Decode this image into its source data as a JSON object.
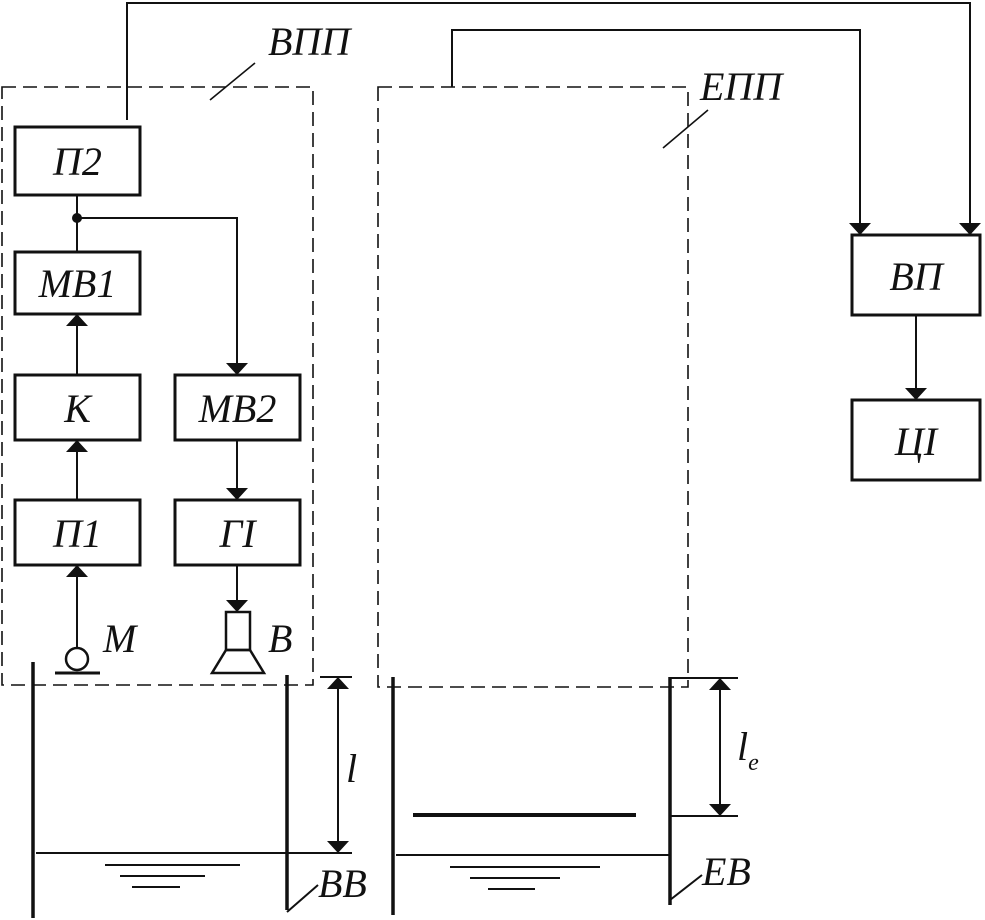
{
  "colors": {
    "ink": "#111111",
    "background": "#ffffff"
  },
  "blocks": {
    "p2": "П2",
    "mv1": "МВ1",
    "k": "К",
    "p1": "П1",
    "mv2": "МВ2",
    "gi": "ГІ",
    "vp": "ВП",
    "ci": "ЦІ"
  },
  "labels": {
    "vpp": "ВПП",
    "epp": "ЕПП",
    "microphone": "М",
    "emitter": "В",
    "bb": "ВВ",
    "eb": "ЕВ",
    "l": "l",
    "le_main": "l",
    "le_sub": "e"
  }
}
